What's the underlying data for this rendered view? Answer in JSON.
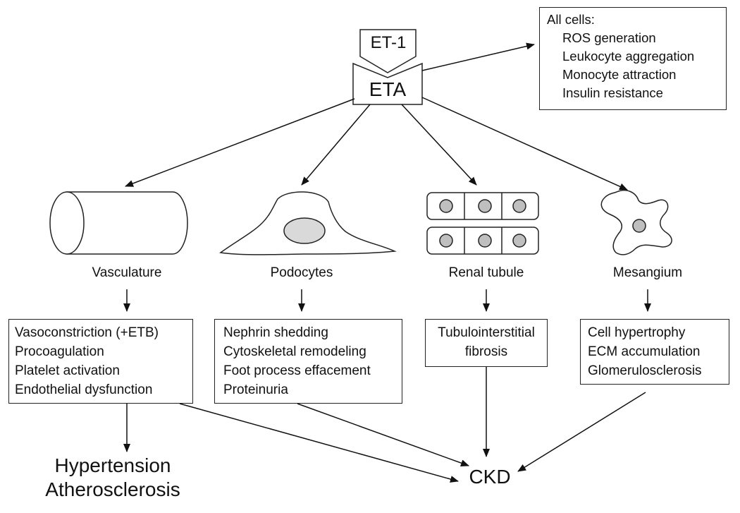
{
  "ligand": "ET-1",
  "receptor": "ETA",
  "all_cells": {
    "title": "All cells:",
    "effects": [
      "ROS generation",
      "Leukocyte aggregation",
      "Monocyte attraction",
      "Insulin resistance"
    ]
  },
  "targets": [
    {
      "name": "Vasculature",
      "effects": [
        "Vasoconstriction (+ETB)",
        "Procoagulation",
        "Platelet activation",
        "Endothelial dysfunction"
      ]
    },
    {
      "name": "Podocytes",
      "effects": [
        "Nephrin shedding",
        "Cytoskeletal remodeling",
        "Foot process effacement",
        "Proteinuria"
      ]
    },
    {
      "name": "Renal tubule",
      "effects": [
        "Tubulointerstitial",
        "fibrosis"
      ]
    },
    {
      "name": "Mesangium",
      "effects": [
        "Cell hypertrophy",
        "ECM accumulation",
        "Glomerulosclerosis"
      ]
    }
  ],
  "outcomes": {
    "vascular": [
      "Hypertension",
      "Atherosclerosis"
    ],
    "renal": "CKD"
  }
}
